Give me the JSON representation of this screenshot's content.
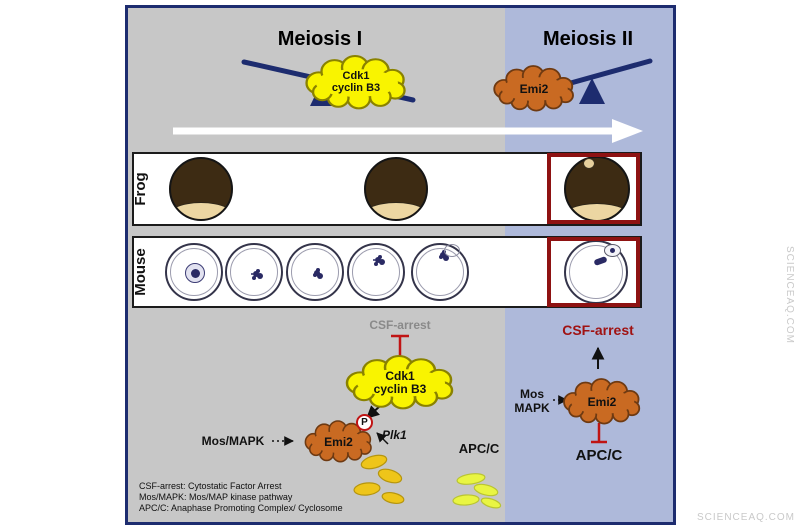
{
  "figure": {
    "sections": {
      "meiosis1": "Meiosis I",
      "meiosis2": "Meiosis II"
    },
    "balance": {
      "left_cloud_line1": "Cdk1",
      "left_cloud_line2": "cyclin B3",
      "right_cloud": "Emi2"
    },
    "rows": {
      "frog": "Frog",
      "mouse": "Mouse"
    },
    "left_pathway": {
      "csf_arrest": "CSF-arrest",
      "cloud_line1": "Cdk1",
      "cloud_line2": "cyclin B3",
      "mos_mapk": "Mos/MAPK",
      "emi2": "Emi2",
      "phospho": "P",
      "plk1": "Plk1",
      "apc": "APC/C"
    },
    "right_pathway": {
      "csf_arrest": "CSF-arrest",
      "mos": "Mos",
      "mapk": "MAPK",
      "emi2": "Emi2",
      "apc": "APC/C"
    },
    "legend": [
      "CSF-arrest: Cytostatic Factor Arrest",
      "Mos/MAPK: Mos/MAP kinase pathway",
      "APC/C: Anaphase Promoting Complex/ Cyclosome"
    ],
    "watermark": {
      "side": "SCIENCEAQ.COM",
      "bottom": "SCIENCEAQ.COM"
    }
  },
  "colors": {
    "panel_gray": "#c7c7c7",
    "panel_blue": "#aeb9da",
    "navy": "#1d2c6f",
    "cloud_yellow": "#f9f400",
    "cloud_orange": "#c96a22",
    "inhibition_red": "#c01414",
    "highlight_box_red": "#8e1212"
  }
}
